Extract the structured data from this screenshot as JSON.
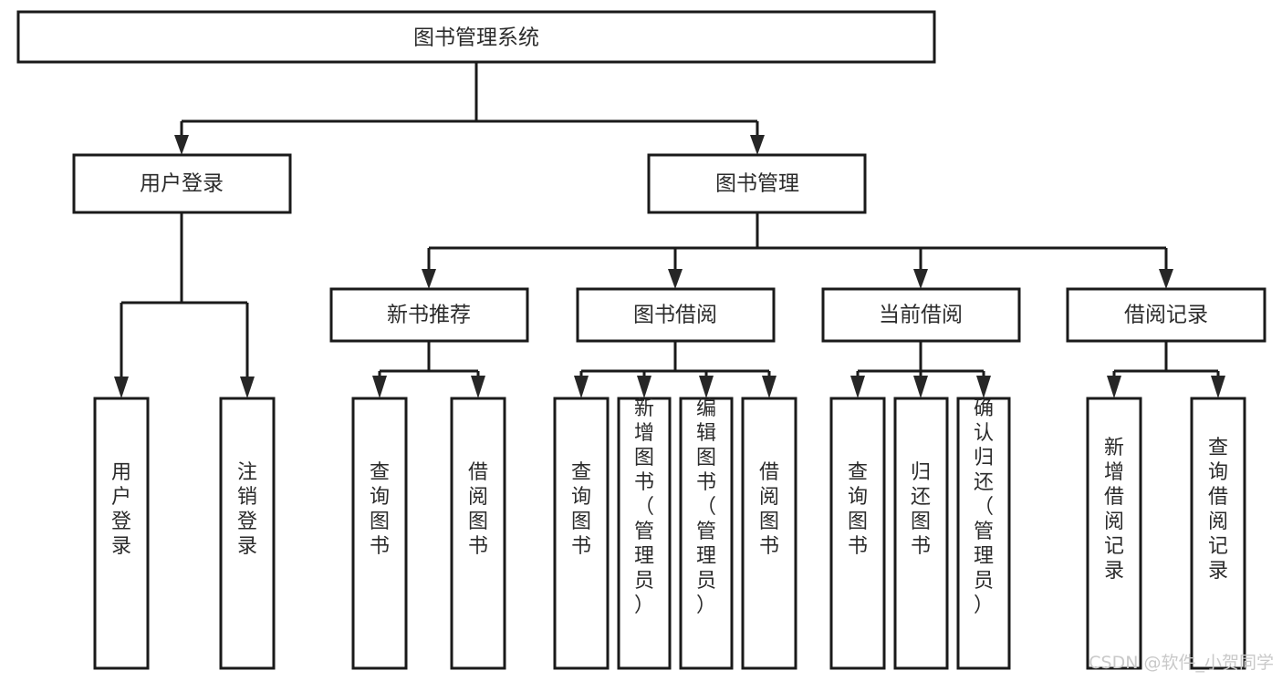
{
  "diagram": {
    "title": "图书管理系统",
    "type": "tree-hierarchy-chart",
    "colors": {
      "box_border": "#1a1a1a",
      "box_fill": "#ffffff",
      "text": "#2b2b2b",
      "connector": "#1a1a1a",
      "watermark": "#c9c9c9",
      "background": "#ffffff"
    },
    "root": {
      "label": "图书管理系统"
    },
    "level2": [
      {
        "label": "用户登录"
      },
      {
        "label": "图书管理"
      }
    ],
    "level3": [
      {
        "label": "新书推荐"
      },
      {
        "label": "图书借阅"
      },
      {
        "label": "当前借阅"
      },
      {
        "label": "借阅记录"
      }
    ],
    "leaves_user_login": [
      {
        "label": "用户登录"
      },
      {
        "label": "注销登录"
      }
    ],
    "leaves_new_book": [
      {
        "label": "查询图书"
      },
      {
        "label": "借阅图书"
      }
    ],
    "leaves_borrow": [
      {
        "label": "查询图书"
      },
      {
        "label": "新增图书（管理员）"
      },
      {
        "label": "编辑图书（管理员）"
      },
      {
        "label": "借阅图书"
      }
    ],
    "leaves_current": [
      {
        "label": "查询图书"
      },
      {
        "label": "归还图书"
      },
      {
        "label": "确认归还（管理员）"
      }
    ],
    "leaves_record": [
      {
        "label": "新增借阅记录"
      },
      {
        "label": "查询借阅记录"
      }
    ]
  },
  "watermark": {
    "text": "CSDN @软件_小贺同学"
  }
}
